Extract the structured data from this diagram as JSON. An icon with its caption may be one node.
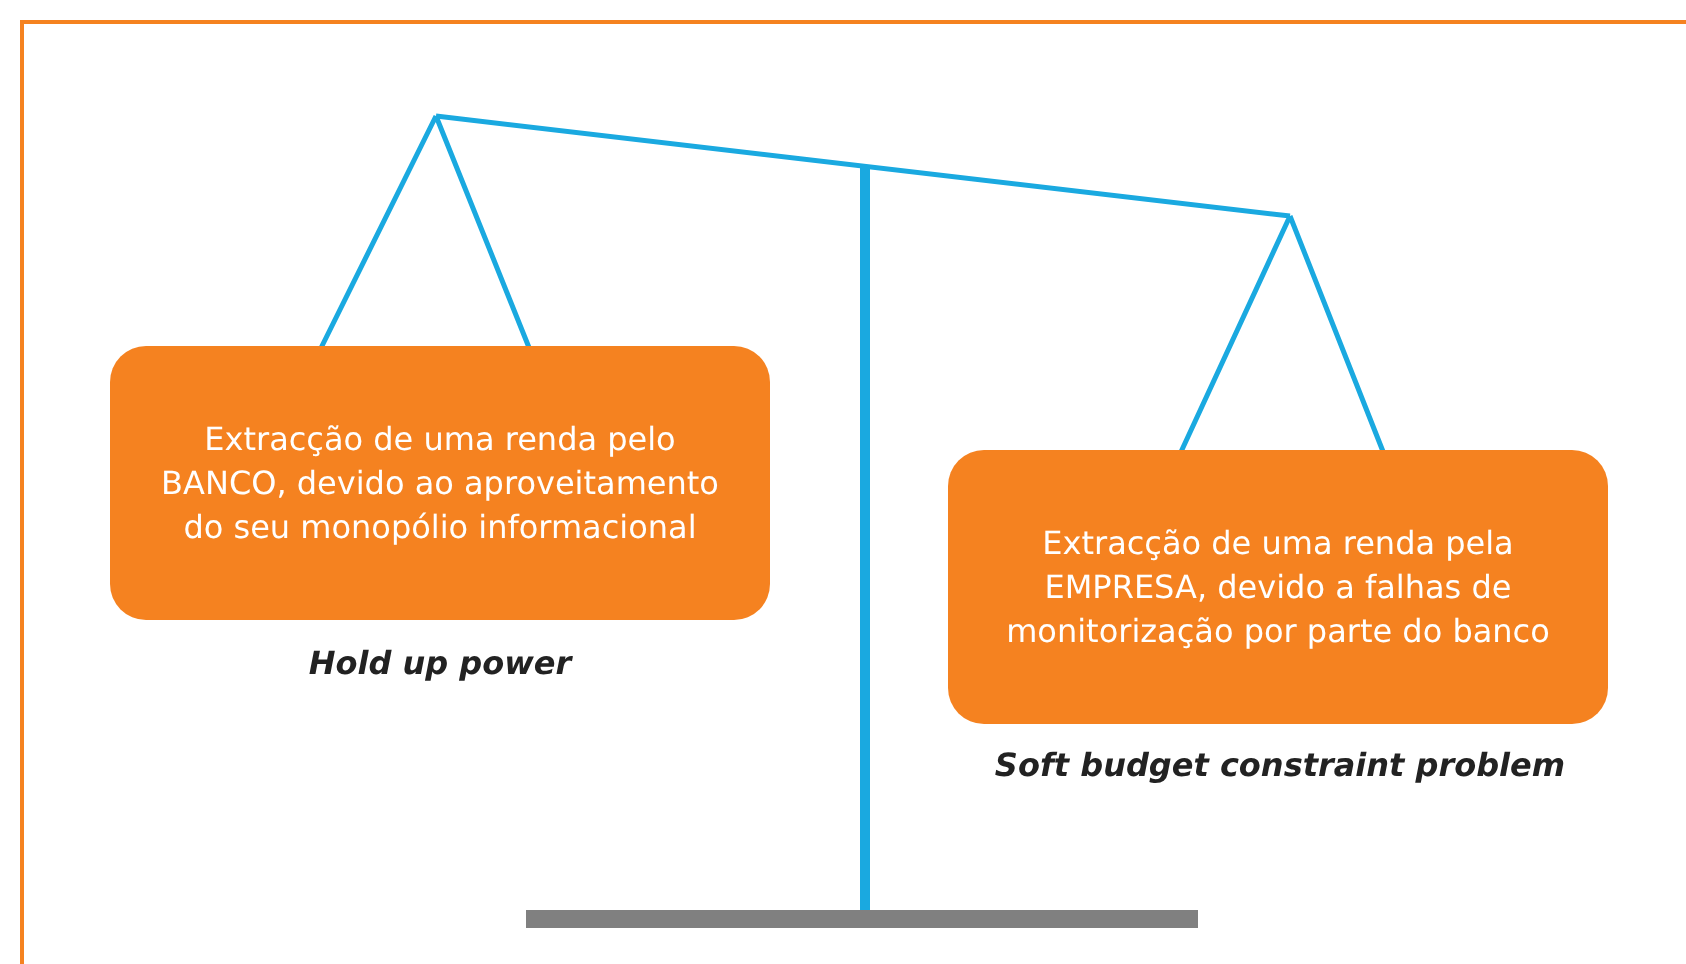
{
  "diagram": {
    "nodes": [
      {
        "text": [
          "Extracção de uma renda pelo BANCO, devido ao aproveitamento do seu monopólio informacional"
        ],
        "beside": [
          "Hold up power"
        ]
      },
      {
        "text": [
          "Extracção de uma renda pela EMPRESA, devido a falhas de monitorização por parte do banco"
        ],
        "beside": [
          "Soft budget constraint problem"
        ]
      }
    ],
    "edges": []
  }
}
